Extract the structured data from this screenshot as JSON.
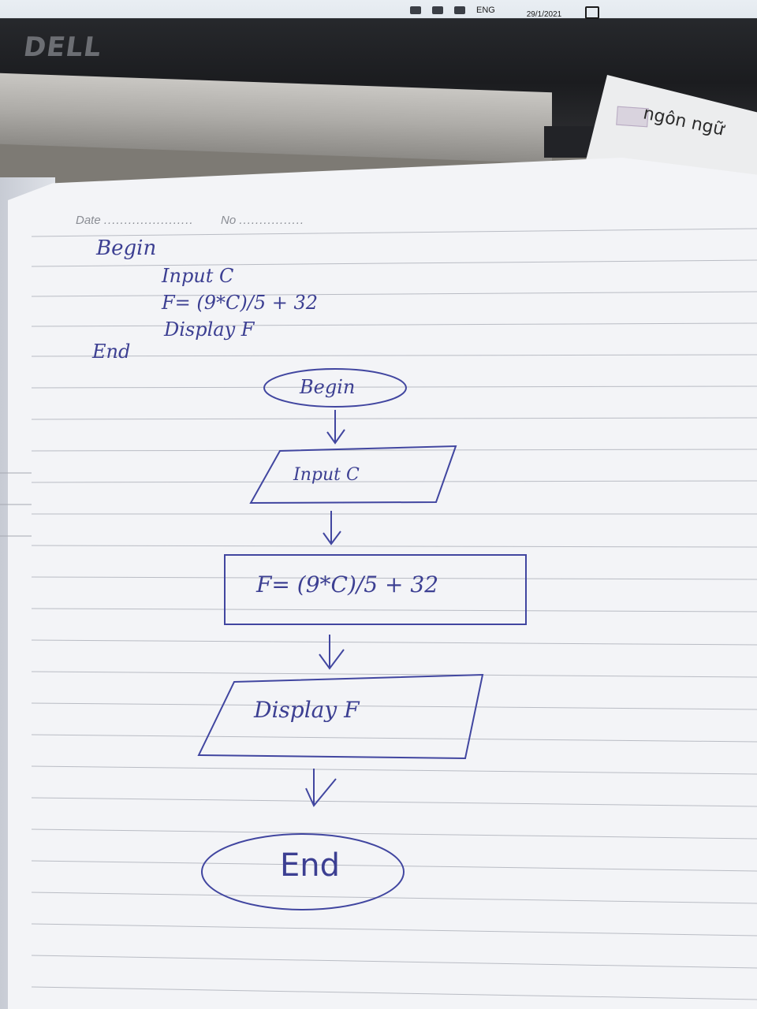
{
  "screen": {
    "language": "ENG",
    "date": "29/1/2021",
    "brand": "DELL"
  },
  "paper_scrap": {
    "text": "ngôn ngữ"
  },
  "notebook": {
    "header": {
      "date_label": "Date",
      "date_dots": "......................",
      "no_label": "No",
      "no_dots": "................"
    },
    "pseudocode": [
      "Begin",
      "Input C",
      "F= (9*C)/5 + 32",
      "Display F",
      "End"
    ],
    "flowchart": {
      "start": "Begin",
      "input": "Input C",
      "process": "F= (9*C)/5 + 32",
      "output": "Display F",
      "end": "End"
    }
  }
}
